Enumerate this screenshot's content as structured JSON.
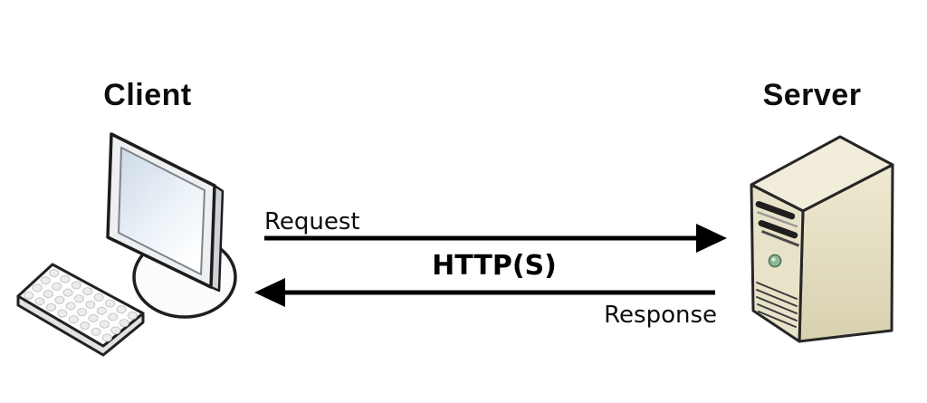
{
  "diagram": {
    "client": {
      "label": "Client",
      "icon": "desktop-computer-icon"
    },
    "server": {
      "label": "Server",
      "icon": "tower-server-icon"
    },
    "request": {
      "label": "Request",
      "direction": "client-to-server"
    },
    "response": {
      "label": "Response",
      "direction": "server-to-client"
    },
    "protocol": {
      "label": "HTTP(S)"
    }
  },
  "colors": {
    "background": "#ffffff",
    "line": "#000000",
    "text": "#0d0d0d",
    "monitor_frame": "#edeff1",
    "monitor_side": "#cfd3d8",
    "screen_tint": "#cdd9e6",
    "keyboard_top": "#fdfdfd",
    "server_front": "#e8e2c9",
    "server_side": "#e3dcbd",
    "server_top": "#f2eddb",
    "drive_slot": "#1f1f1f",
    "power_button": "#8fb796"
  }
}
